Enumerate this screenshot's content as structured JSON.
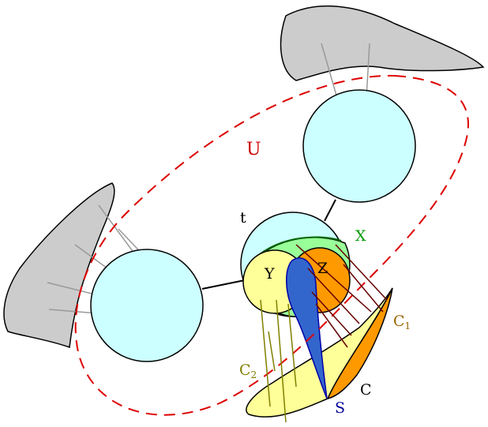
{
  "labels": {
    "U": "U",
    "t": "t",
    "X": "X",
    "Y": "Y",
    "Z": "Z",
    "C1_main": "C",
    "C1_sub": "1",
    "C2_main": "C",
    "C2_sub": "2",
    "C": "C",
    "S": "S"
  },
  "colors": {
    "grey_region": "#cccccc",
    "node_fill": "#ccffff",
    "green_region": "#99ff99",
    "yellow_region": "#ffff99",
    "orange_region": "#ff9900",
    "blue_region": "#3366cc",
    "dashed_boundary": "#dd0000",
    "label_U": "#cc0000",
    "label_X": "#009900",
    "label_C1": "#996600",
    "label_C2": "#808000",
    "label_S": "#000099",
    "hatch_dark_red": "#660000",
    "hatch_olive": "#808000",
    "hatch_grey": "#999999"
  }
}
